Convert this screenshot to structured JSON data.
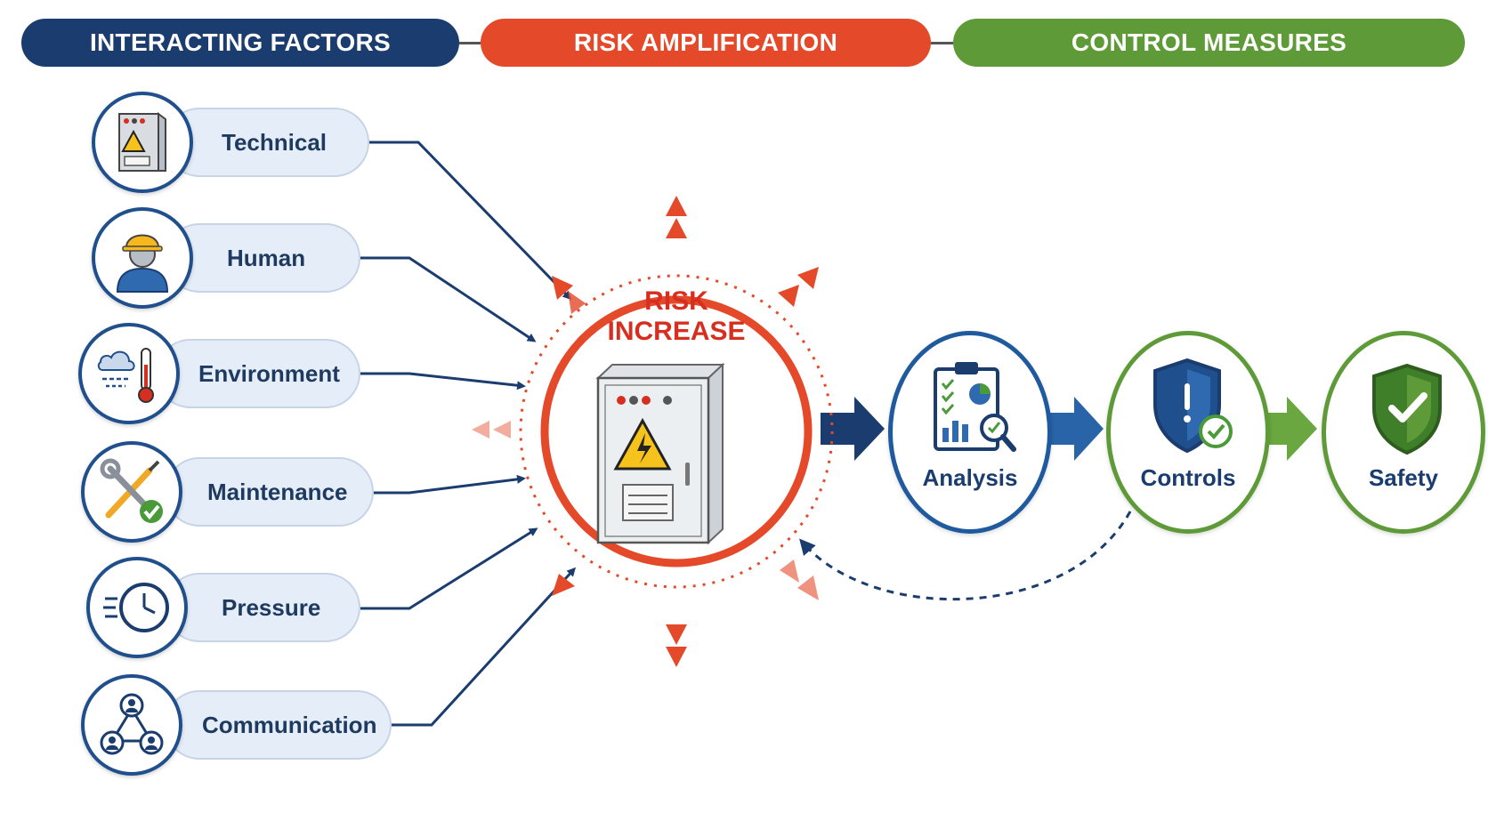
{
  "headers": {
    "factors": "INTERACTING FACTORS",
    "risk": "RISK AMPLIFICATION",
    "control": "CONTROL MEASURES"
  },
  "factors": [
    {
      "label": "Technical",
      "icon": "electrical-cabinet-icon"
    },
    {
      "label": "Human",
      "icon": "worker-icon"
    },
    {
      "label": "Environment",
      "icon": "weather-thermometer-icon"
    },
    {
      "label": "Maintenance",
      "icon": "wrench-screwdriver-icon"
    },
    {
      "label": "Pressure",
      "icon": "clock-icon"
    },
    {
      "label": "Communication",
      "icon": "network-people-icon"
    }
  ],
  "center": {
    "line1": "RISK",
    "line2": "INCREASE",
    "icon": "electrical-cabinet-warning-icon"
  },
  "stages": [
    {
      "label": "Analysis",
      "icon": "clipboard-chart-magnifier-icon"
    },
    {
      "label": "Controls",
      "icon": "shield-alert-check-icon"
    },
    {
      "label": "Safety",
      "icon": "shield-check-icon"
    }
  ],
  "colors": {
    "navy": "#1a3c6e",
    "red": "#e4492a",
    "green": "#5e9a37",
    "blue": "#1f5a9e"
  }
}
